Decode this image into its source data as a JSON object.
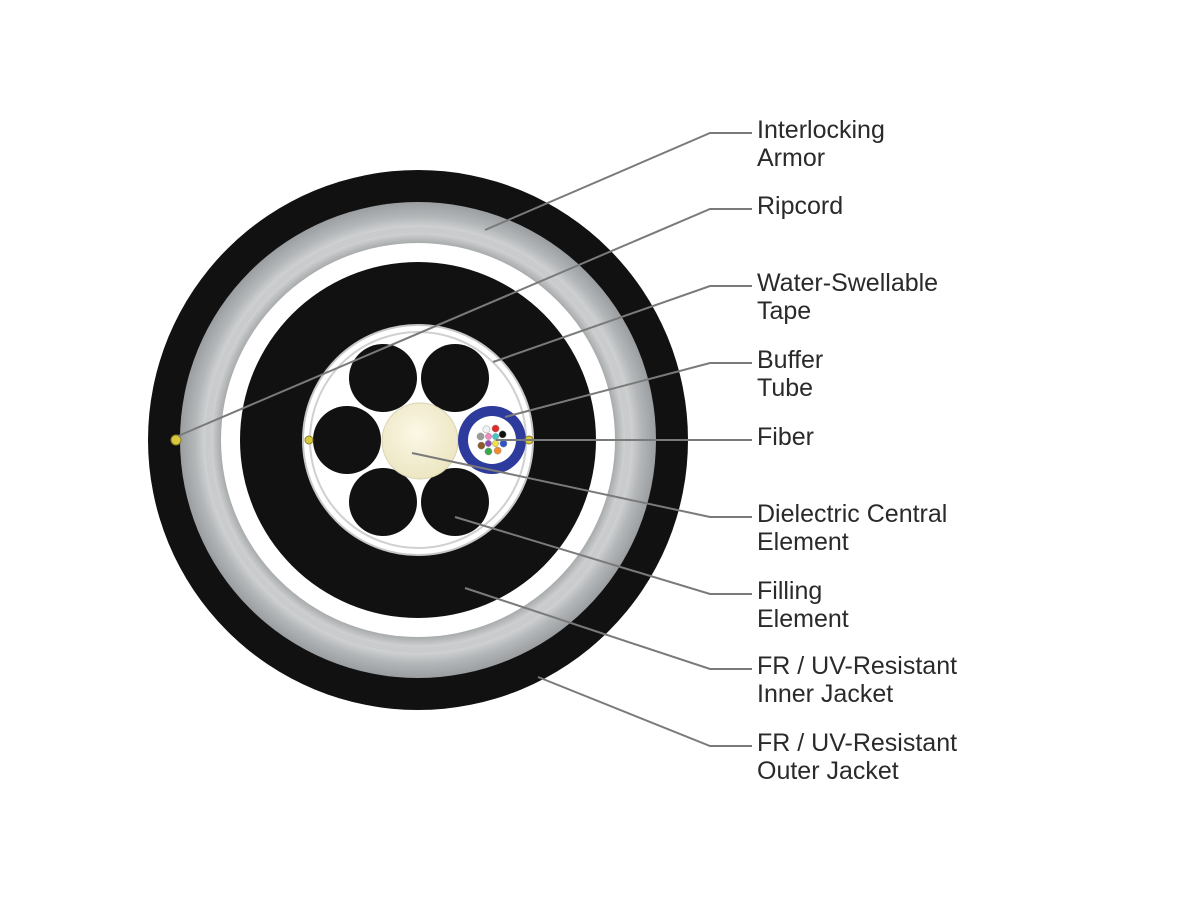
{
  "labels": [
    {
      "lines": [
        "Interlocking",
        "Armor"
      ]
    },
    {
      "lines": [
        "Ripcord"
      ]
    },
    {
      "lines": [
        "Water-Swellable",
        "Tape"
      ]
    },
    {
      "lines": [
        "Buffer",
        "Tube"
      ]
    },
    {
      "lines": [
        "Fiber"
      ]
    },
    {
      "lines": [
        "Dielectric Central",
        "Element"
      ]
    },
    {
      "lines": [
        "Filling",
        "Element"
      ]
    },
    {
      "lines": [
        "FR / UV-Resistant",
        "Inner Jacket"
      ]
    },
    {
      "lines": [
        "FR / UV-Resistant",
        "Outer Jacket"
      ]
    }
  ],
  "colors": {
    "outer_jacket": "#111111",
    "armor": "#a9acae",
    "armor_highlight": "#d5d7d8",
    "tape": "#ffffff",
    "inner_jacket": "#111111",
    "core_binder": "#ffffff",
    "filling_element": "#111111",
    "central_element": "#f3efcf",
    "buffer_tube": "#2c3b9c",
    "ripcord": "#d8c840",
    "leader_line": "#7a7a7a"
  },
  "fiber_colors": [
    "#2c56c9",
    "#f08c2c",
    "#3aa64a",
    "#8a5a2c",
    "#9a9a9a",
    "#f2f2f2",
    "#e02a2a",
    "#111111",
    "#f0e040",
    "#8a4ab0",
    "#f08ac0",
    "#40c8c8"
  ]
}
